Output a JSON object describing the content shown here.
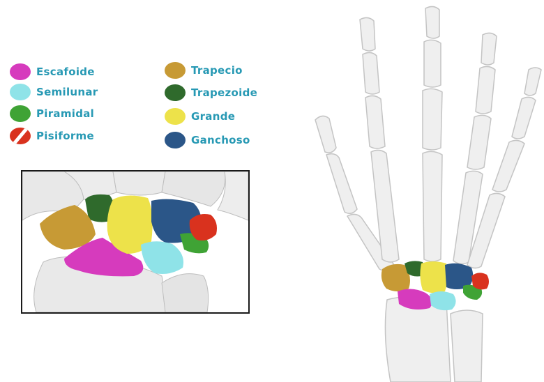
{
  "legend": {
    "left": [
      {
        "label": "Escafoide",
        "color": "#d63bbd",
        "icon": "circle-swatch"
      },
      {
        "label": "Semilunar",
        "color": "#8fe3e8",
        "icon": "circle-swatch"
      },
      {
        "label": "Piramidal",
        "color": "#3fa335",
        "icon": "circle-swatch"
      },
      {
        "label": "Pisiforme",
        "color": "#d9321e",
        "icon": "slashed-circle-swatch"
      }
    ],
    "right": [
      {
        "label": "Trapecio",
        "color": "#c79a35",
        "icon": "circle-swatch"
      },
      {
        "label": "Trapezoide",
        "color": "#2f6a2c",
        "icon": "circle-swatch"
      },
      {
        "label": "Grande",
        "color": "#ede24a",
        "icon": "circle-swatch"
      },
      {
        "label": "Ganchoso",
        "color": "#2b5688",
        "icon": "circle-swatch"
      }
    ]
  },
  "colors": {
    "bone": "#efefef",
    "bone_shade": "#cfcfcf",
    "label_text": "#2799b4",
    "inset_border": "#1a1a1a"
  }
}
